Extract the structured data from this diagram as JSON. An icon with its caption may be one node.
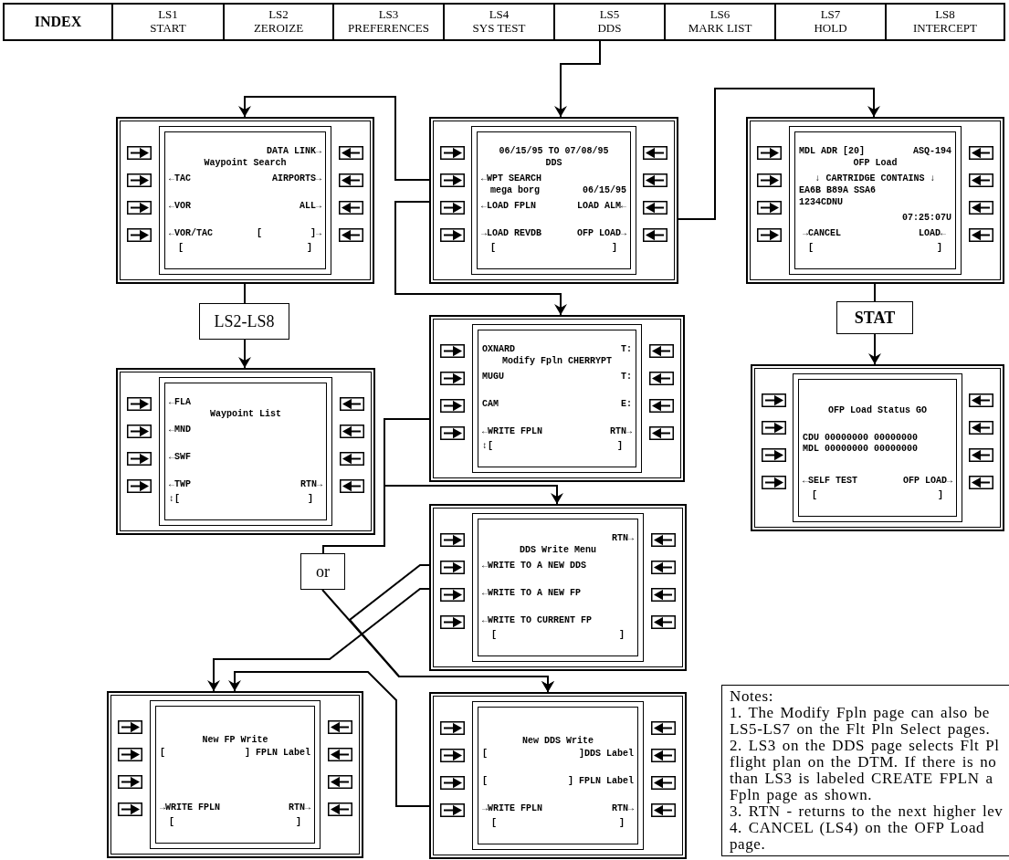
{
  "diagram": {
    "nodes": [
      {
        "text": [
          "INDEX"
        ]
      },
      {
        "text": [
          "LS1",
          "START"
        ]
      },
      {
        "text": [
          "LS2",
          "ZEROIZE"
        ]
      },
      {
        "text": [
          "LS3",
          "PREFERENCES"
        ]
      },
      {
        "text": [
          "LS4",
          "SYS TEST"
        ]
      },
      {
        "text": [
          "LS5",
          "DDS"
        ]
      },
      {
        "text": [
          "LS6",
          "MARK LIST"
        ]
      },
      {
        "text": [
          "LS7",
          "HOLD"
        ]
      },
      {
        "text": [
          "LS8",
          "INTERCEPT"
        ]
      },
      {
        "text": [
          "DATA LINK→",
          "Waypoint Search",
          "←TAC",
          "AIRPORTS→",
          "←VOR",
          "ALL→",
          "←VOR/TAC",
          "[",
          "]→",
          "[",
          "]"
        ]
      },
      {
        "text": [
          "06/15/95 TO 07/08/95",
          "DDS",
          "←WPT SEARCH",
          "mega borg",
          "06/15/95",
          "←LOAD FPLN",
          "LOAD ALM←",
          "→LOAD REVDB",
          "OFP LOAD→",
          "[",
          "]"
        ]
      },
      {
        "text": [
          "MDL ADR [20]",
          "ASQ-194",
          "OFP Load",
          "↓ CARTRIDGE CONTAINS ↓",
          "EA6B B89A SSA6",
          "1234CDNU",
          "07:25:07U",
          "→CANCEL",
          "LOAD←",
          "[",
          "]"
        ]
      },
      {
        "text": [
          "LS2-LS8"
        ]
      },
      {
        "text": [
          "STAT"
        ]
      },
      {
        "text": [
          "←FLA",
          "Waypoint List",
          "←MND",
          "←SWF",
          "←TWP",
          "RTN→",
          "↕[",
          "]"
        ]
      },
      {
        "text": [
          "OXNARD",
          "T:",
          "Modify Fpln CHERRYPT",
          "MUGU",
          "T:",
          "CAM",
          "E:",
          "←WRITE FPLN",
          "RTN→",
          "↕[",
          "]"
        ]
      },
      {
        "text": [
          "OFP Load Status GO",
          "CDU 00000000 00000000",
          "MDL 00000000 00000000",
          "←SELF TEST",
          "OFP LOAD→",
          "[",
          "]"
        ]
      },
      {
        "text": [
          "or"
        ]
      },
      {
        "text": [
          "RTN→",
          "DDS Write Menu",
          "←WRITE TO A NEW DDS",
          "←WRITE TO A NEW FP",
          "←WRITE TO CURRENT FP",
          "[",
          "]"
        ]
      },
      {
        "text": [
          "New FP Write",
          "[",
          "] FPLN Label",
          "→WRITE FPLN",
          "RTN→",
          "[",
          "]"
        ]
      },
      {
        "text": [
          "New DDS Write",
          "[",
          "]DDS Label",
          "[",
          "] FPLN Label",
          "→WRITE FPLN",
          "RTN→",
          "[",
          "]"
        ]
      },
      {
        "text": [
          "Notes:",
          "1. The Modify Fpln page can also be LS5-LS7 on the Flt Pln Select pages.",
          "2. LS3 on the DDS page selects Flt Pl flight plan on the DTM. If there is no than LS3 is labeled CREATE FPLN a Fpln page as shown.",
          "3. RTN - returns to the next higher lev",
          "4. CANCEL (LS4) on the OFP Load page."
        ]
      }
    ],
    "edges": [
      {
        "from": 5,
        "to": 10,
        "arrow": "to"
      },
      {
        "from": 10,
        "to": 9,
        "arrow": "to"
      },
      {
        "from": 10,
        "to": 15,
        "arrow": "to"
      },
      {
        "from": 10,
        "to": 11,
        "arrow": "to"
      },
      {
        "from": 9,
        "to": 12,
        "arrow": "none"
      },
      {
        "from": 12,
        "to": 14,
        "arrow": "to"
      },
      {
        "from": 11,
        "to": 13,
        "arrow": "none"
      },
      {
        "from": 13,
        "to": 16,
        "arrow": "to"
      },
      {
        "from": 15,
        "to": 18,
        "arrow": "to"
      },
      {
        "from": 15,
        "to": 17,
        "arrow": "none"
      },
      {
        "from": 17,
        "to": 20,
        "arrow": "to"
      },
      {
        "from": 18,
        "to": 20,
        "arrow": "to"
      },
      {
        "from": 18,
        "to": 19,
        "arrow": "to"
      },
      {
        "from": 20,
        "to": 19,
        "arrow": "to"
      }
    ]
  }
}
